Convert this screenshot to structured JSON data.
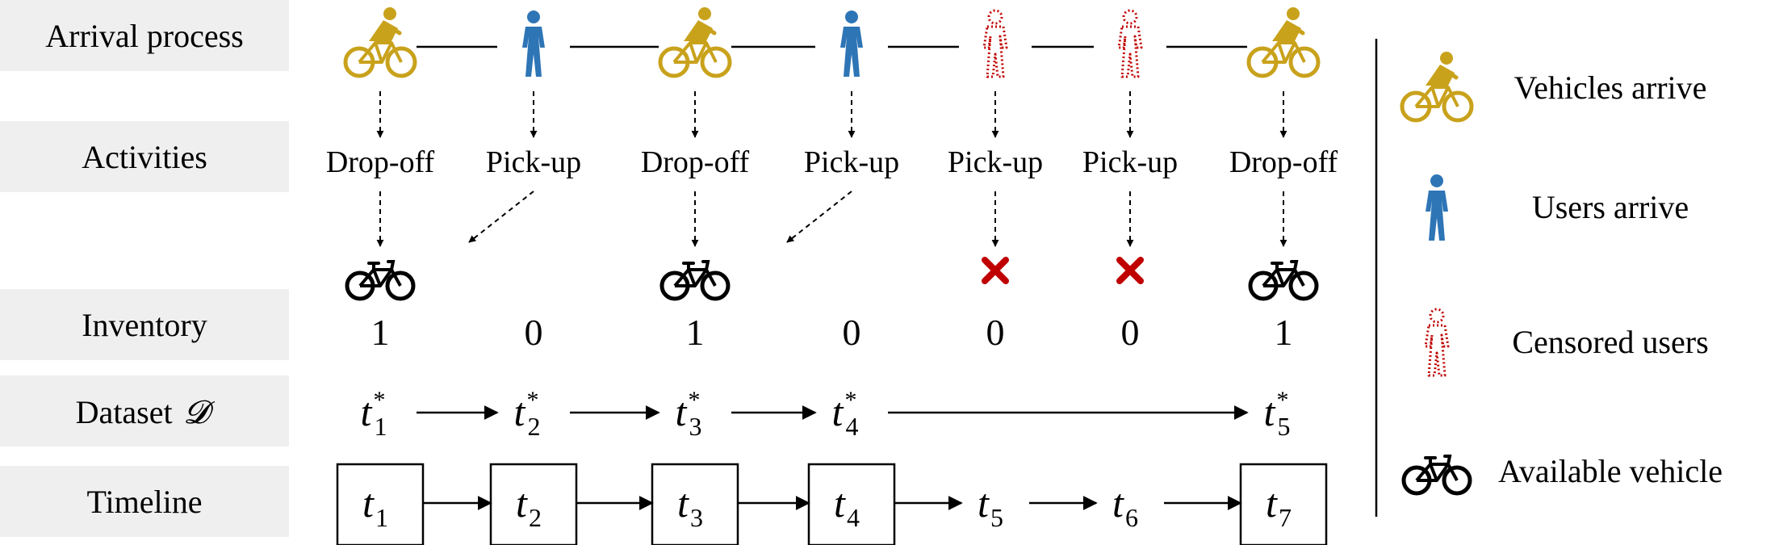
{
  "rows": {
    "arrival": "Arrival process",
    "activities": "Activities",
    "inventory": "Inventory",
    "dataset": "Dataset",
    "dataset_symbol": "𝓓",
    "timeline": "Timeline"
  },
  "columns": [
    {
      "arrival": "vehicle",
      "activity": "Drop-off",
      "result": "bike",
      "inventory": "1",
      "timeline_sub": "1",
      "boxed": true,
      "dataset_sub": "1"
    },
    {
      "arrival": "user",
      "activity": "Pick-up",
      "result": "diagonal",
      "inventory": "0",
      "timeline_sub": "2",
      "boxed": true,
      "dataset_sub": "2"
    },
    {
      "arrival": "vehicle",
      "activity": "Drop-off",
      "result": "bike",
      "inventory": "1",
      "timeline_sub": "3",
      "boxed": true,
      "dataset_sub": "3"
    },
    {
      "arrival": "user",
      "activity": "Pick-up",
      "result": "diagonal",
      "inventory": "0",
      "timeline_sub": "4",
      "boxed": true,
      "dataset_sub": "4"
    },
    {
      "arrival": "censored",
      "activity": "Pick-up",
      "result": "cross",
      "inventory": "0",
      "timeline_sub": "5",
      "boxed": false,
      "dataset_sub": ""
    },
    {
      "arrival": "censored",
      "activity": "Pick-up",
      "result": "cross",
      "inventory": "0",
      "timeline_sub": "6",
      "boxed": false,
      "dataset_sub": ""
    },
    {
      "arrival": "vehicle",
      "activity": "Drop-off",
      "result": "bike",
      "inventory": "1",
      "timeline_sub": "7",
      "boxed": true,
      "dataset_sub": "5"
    }
  ],
  "math": {
    "var": "t",
    "star": "*"
  },
  "legend": {
    "vehicles": "Vehicles arrive",
    "users": "Users arrive",
    "censored": "Censored users",
    "available": "Available vehicle"
  },
  "colors": {
    "vehicle": "#C9A21C",
    "user": "#2E75B6",
    "censored": "#C00000",
    "cross": "#C00000",
    "label_bg": "#EFEFEF"
  },
  "icons": {
    "vehicle": "cyclist-icon",
    "user": "pedestrian-icon",
    "censored": "censored-pedestrian-icon",
    "bike": "bicycle-icon",
    "cross": "cross-icon"
  }
}
